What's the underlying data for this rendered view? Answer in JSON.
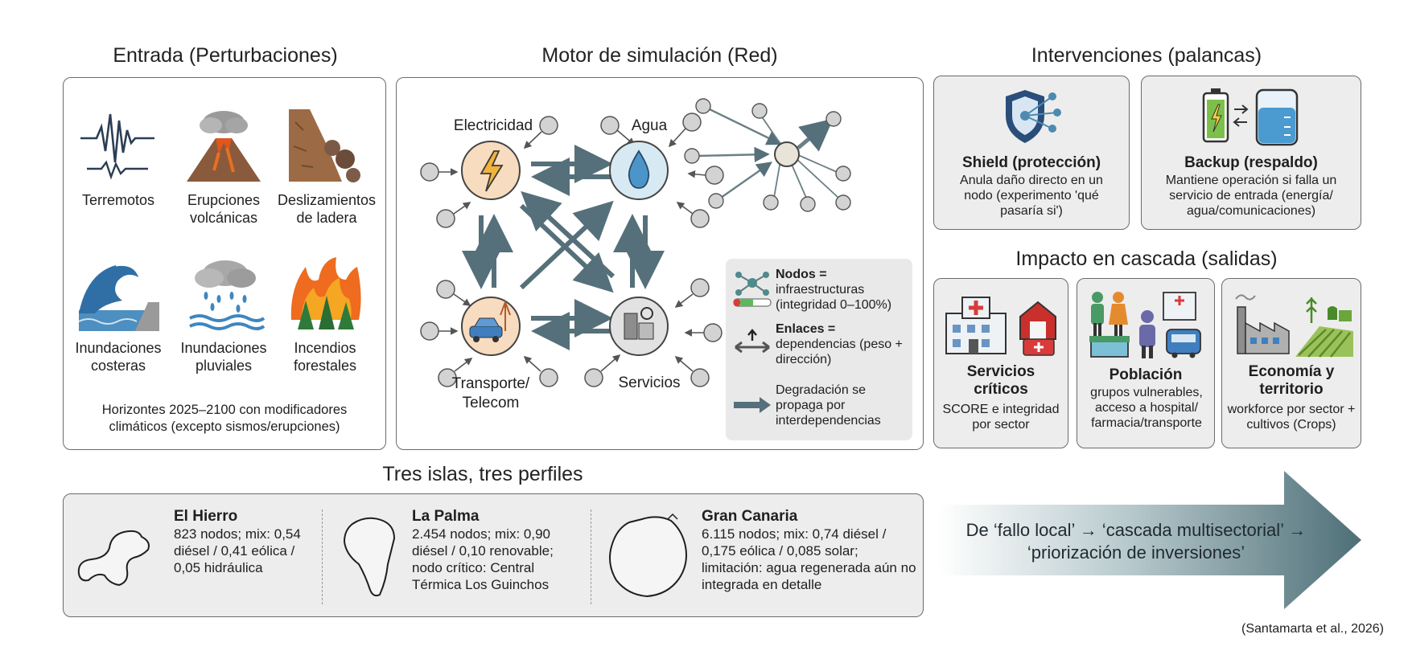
{
  "sections": {
    "input_title": "Entrada (Perturbaciones)",
    "engine_title": "Motor de simulación (Red)",
    "interventions_title": "Intervenciones (palancas)",
    "impact_title": "Impacto en cascada (salidas)",
    "islands_title": "Tres islas, tres perfiles"
  },
  "hazards": [
    {
      "label": "Terremotos",
      "icon": "seismograph-icon"
    },
    {
      "label": "Erupciones volcánicas",
      "icon": "volcano-icon"
    },
    {
      "label": "Deslizamientos de ladera",
      "icon": "landslide-icon"
    },
    {
      "label": "Inundaciones costeras",
      "icon": "wave-icon"
    },
    {
      "label": "Inundaciones pluviales",
      "icon": "rain-cloud-icon"
    },
    {
      "label": "Incendios forestales",
      "icon": "wildfire-icon"
    }
  ],
  "hazard_note": "Horizontes 2025–2100 con modificadores climáticos (excepto sismos/erupciones)",
  "network": {
    "nodes": {
      "electricity": "Electricidad",
      "water": "Agua",
      "transport": "Transporte/ Telecom",
      "services": "Servicios"
    },
    "legend": [
      {
        "title": "Nodos =",
        "text": "infraestructuras (integridad 0–100%)",
        "icon": "node-icon"
      },
      {
        "title": "Enlaces =",
        "text": "dependencias (peso + dirección)",
        "icon": "link-arrows-icon"
      },
      {
        "title": "",
        "text": "Degradación se propaga por interdependencias",
        "icon": "propagation-arrow-icon"
      }
    ]
  },
  "interventions": [
    {
      "title": "Shield (protección)",
      "text": "Anula daño directo en un nodo (experimento 'qué pasaría si')",
      "icon": "shield-icon"
    },
    {
      "title": "Backup (respaldo)",
      "text": "Mantiene operación si falla un servicio de entrada (energía/ agua/comunicaciones)",
      "icon": "battery-tank-icon"
    }
  ],
  "impacts": [
    {
      "title": "Servicios críticos",
      "text": "SCORE e integridad por sector",
      "icon": "hospital-icon"
    },
    {
      "title": "Población",
      "text": "grupos vulnerables, acceso a hospital/ farmacia/transporte",
      "icon": "population-icon"
    },
    {
      "title": "Economía y territorio",
      "text": "workforce por sector + cultivos (Crops)",
      "icon": "factory-fields-icon"
    }
  ],
  "islands": [
    {
      "name": "El Hierro",
      "text": "823 nodos; mix: 0,54 diésel / 0,41 eólica / 0,05 hidráulica",
      "icon": "el-hierro-outline-icon"
    },
    {
      "name": "La Palma",
      "text": "2.454 nodos; mix: 0,90 diésel / 0,10 renovable; nodo crítico: Central Térmica Los Guinchos",
      "icon": "la-palma-outline-icon"
    },
    {
      "name": "Gran Canaria",
      "text": "6.115 nodos; mix: 0,74 diésel / 0,175 eólica / 0,085 solar; limitación: agua regenerada aún no integrada en detalle",
      "icon": "gran-canaria-outline-icon"
    }
  ],
  "arrow_text": "De ‘fallo local’ → ‘cascada multisectorial’ → ‘priorización de inversiones’",
  "citation": "(Santamarta et al., 2026)",
  "colors": {
    "panel_border": "#6b6b6b",
    "grey_fill": "#ededed",
    "arrow_teal": "#4f6f78",
    "electricity_fill": "#f8dcc0",
    "water_fill": "#d7e9f2",
    "services_fill": "#e2e2e2"
  }
}
